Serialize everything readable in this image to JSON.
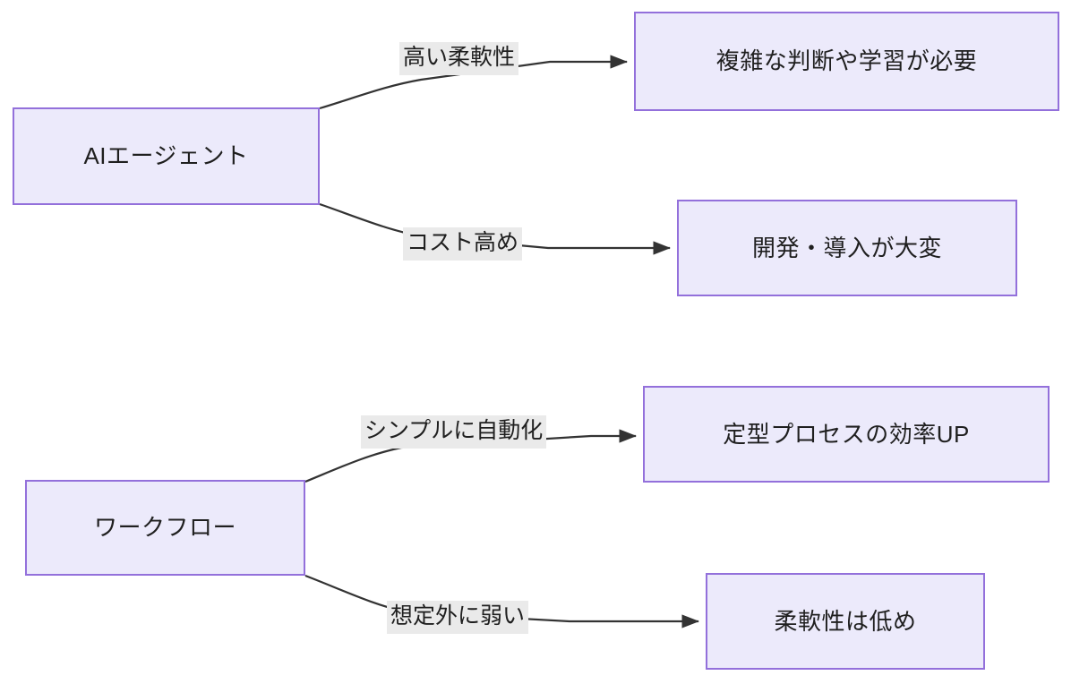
{
  "diagram": {
    "type": "flowchart",
    "direction": "left-to-right",
    "background_color": "#ffffff",
    "node_fill_color": "#ECEAFB",
    "node_border_color": "#9370DB",
    "edge_color": "#333333",
    "edge_label_background": "#EAEAEA",
    "text_color": "#1f1f1f",
    "nodes": [
      {
        "id": "ai-agent",
        "label": "AIエージェント"
      },
      {
        "id": "complex-judgment",
        "label": "複雑な判断や学習が必要"
      },
      {
        "id": "dev-hard",
        "label": "開発・導入が大変"
      },
      {
        "id": "workflow",
        "label": "ワークフロー"
      },
      {
        "id": "efficiency-up",
        "label": "定型プロセスの効率UP"
      },
      {
        "id": "low-flexibility",
        "label": "柔軟性は低め"
      }
    ],
    "edges": [
      {
        "id": "e1",
        "from": "ai-agent",
        "to": "complex-judgment",
        "label": "高い柔軟性"
      },
      {
        "id": "e2",
        "from": "ai-agent",
        "to": "dev-hard",
        "label": "コスト高め"
      },
      {
        "id": "e3",
        "from": "workflow",
        "to": "efficiency-up",
        "label": "シンプルに自動化"
      },
      {
        "id": "e4",
        "from": "workflow",
        "to": "low-flexibility",
        "label": "想定外に弱い"
      }
    ]
  }
}
